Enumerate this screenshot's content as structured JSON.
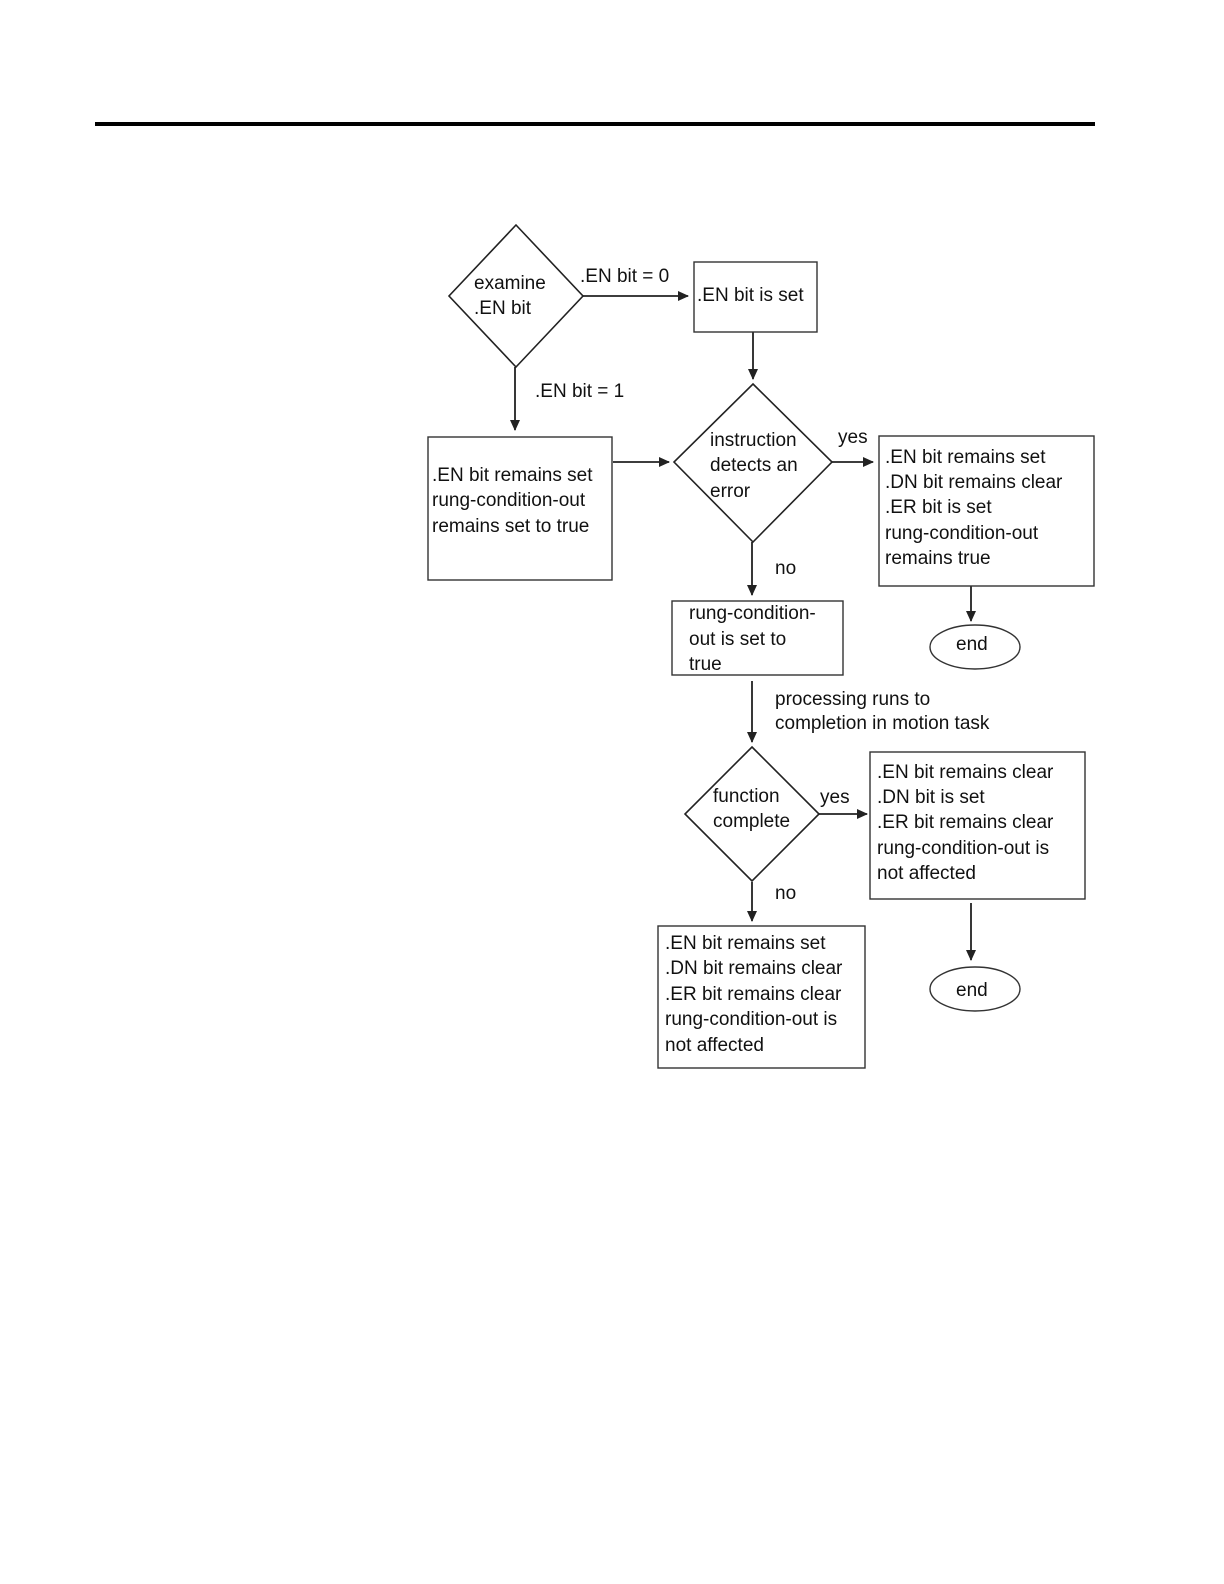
{
  "nodes": {
    "examine": {
      "lines": [
        "examine",
        ".EN bit"
      ]
    },
    "en_set": {
      "lines": [
        ".EN bit is set"
      ]
    },
    "en_remains": {
      "lines": [
        ".EN bit remains set",
        "rung-condition-out",
        "remains set to true"
      ]
    },
    "detects_error": {
      "lines": [
        "instruction",
        "detects an",
        "error"
      ]
    },
    "error_result": {
      "lines": [
        ".EN bit remains set",
        ".DN bit remains clear",
        ".ER bit is set",
        "rung-condition-out",
        "remains true"
      ]
    },
    "end_1": {
      "lines": [
        "end"
      ]
    },
    "rco_true": {
      "lines": [
        "rung-condition-",
        "out is set to",
        "true"
      ]
    },
    "function_complete": {
      "lines": [
        "function",
        "complete"
      ]
    },
    "complete_result": {
      "lines": [
        ".EN bit remains clear",
        ".DN bit is set",
        ".ER bit remains clear",
        "rung-condition-out is",
        "not affected"
      ]
    },
    "end_2": {
      "lines": [
        "end"
      ]
    },
    "incomplete_result": {
      "lines": [
        ".EN bit remains set",
        ".DN bit remains clear",
        ".ER bit remains clear",
        "rung-condition-out is",
        "not affected"
      ]
    }
  },
  "edge_labels": {
    "en_bit_0": ".EN bit = 0",
    "en_bit_1": ".EN bit = 1",
    "error_yes": "yes",
    "error_no": "no",
    "processing": [
      "processing runs to",
      "completion in motion task"
    ],
    "complete_yes": "yes",
    "complete_no": "no"
  }
}
